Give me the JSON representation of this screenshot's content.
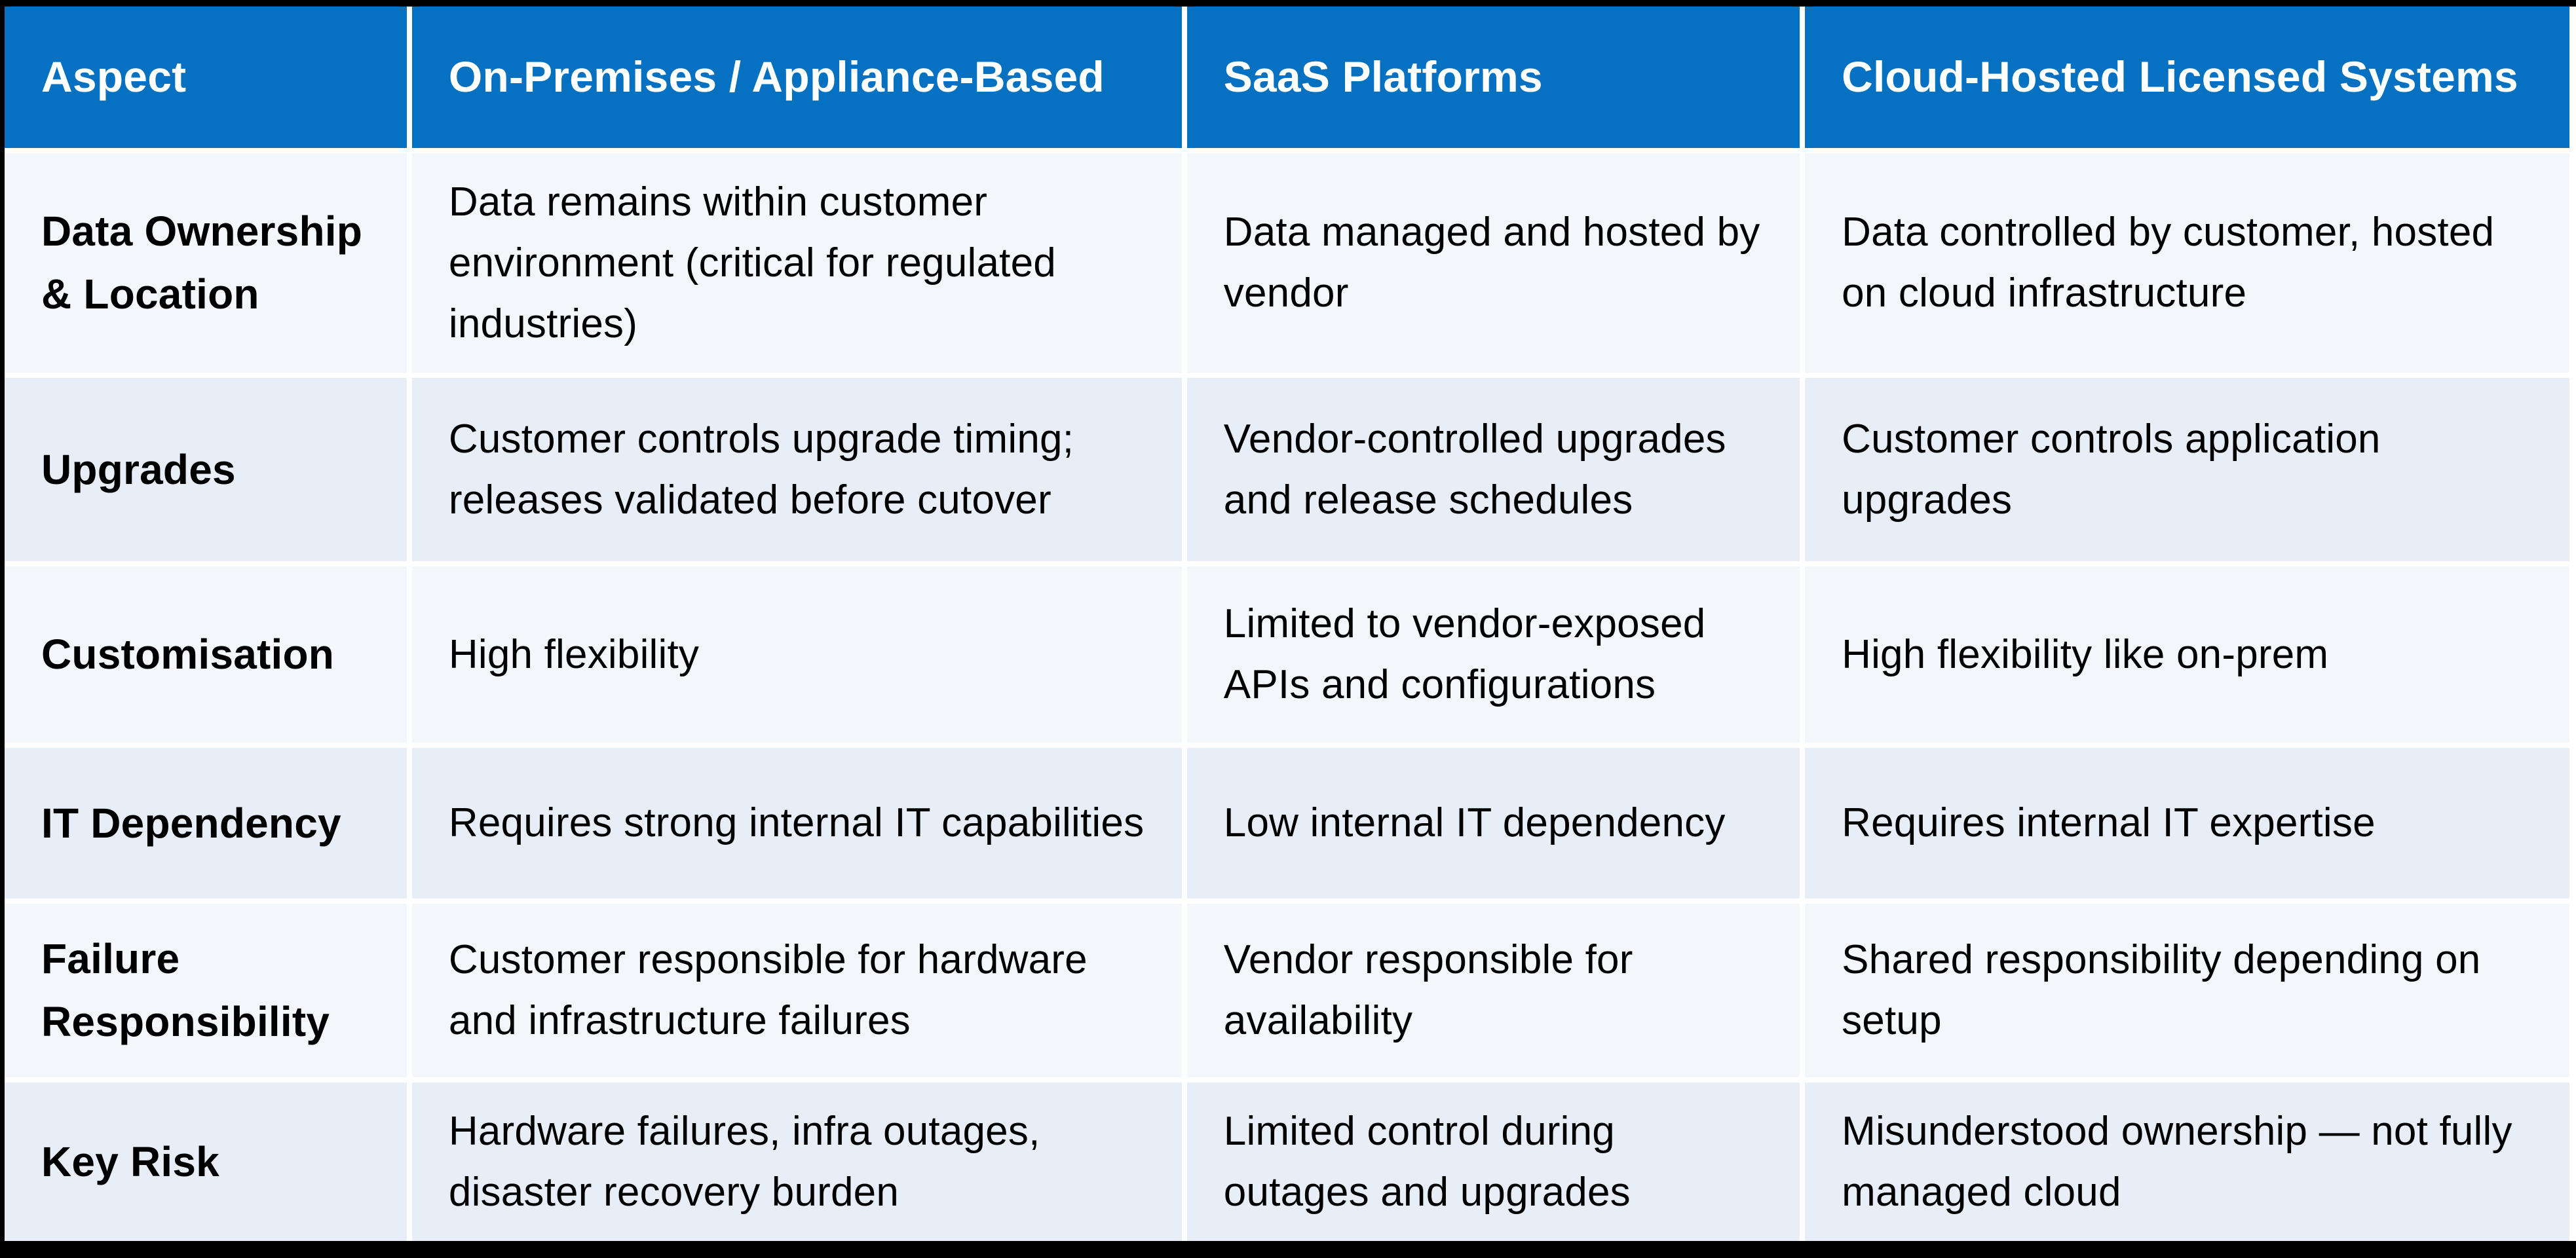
{
  "table": {
    "columns": [
      "Aspect",
      "On-Premises / Appliance-Based",
      "SaaS Platforms",
      "Cloud-Hosted Licensed Systems"
    ],
    "rows": [
      {
        "aspect": "Data Ownership & Location",
        "on_prem": "Data remains within customer environment (critical for regulated industries)",
        "saas": "Data managed and hosted by vendor",
        "cloud": "Data controlled by customer, hosted on cloud infrastructure"
      },
      {
        "aspect": "Upgrades",
        "on_prem": "Customer controls upgrade timing; releases validated before cutover",
        "saas": "Vendor-controlled upgrades and release schedules",
        "cloud": "Customer controls application upgrades"
      },
      {
        "aspect": "Customisation",
        "on_prem": "High flexibility",
        "saas": "Limited to vendor-exposed APIs and configurations",
        "cloud": "High flexibility like on-prem"
      },
      {
        "aspect": "IT Dependency",
        "on_prem": "Requires strong internal IT capabilities",
        "saas": "Low internal IT dependency",
        "cloud": "Requires internal IT expertise"
      },
      {
        "aspect": "Failure Responsibility",
        "on_prem": "Customer responsible for hardware and infrastructure failures",
        "saas": "Vendor responsible for availability",
        "cloud": "Shared responsibility depending on setup"
      },
      {
        "aspect": "Key Risk",
        "on_prem": "Hardware failures, infra outages, disaster recovery burden",
        "saas": "Limited control during outages and upgrades",
        "cloud": "Misunderstood ownership — not fully managed cloud"
      }
    ]
  },
  "colors": {
    "header_bg": "#0670C1",
    "header_text": "#FFFFFF",
    "row_light_bg": "#F3F6FB",
    "row_alt_bg": "#E7EEF8",
    "gridline": "#FFFFFF",
    "frame": "#000000",
    "body_text": "#000000"
  }
}
